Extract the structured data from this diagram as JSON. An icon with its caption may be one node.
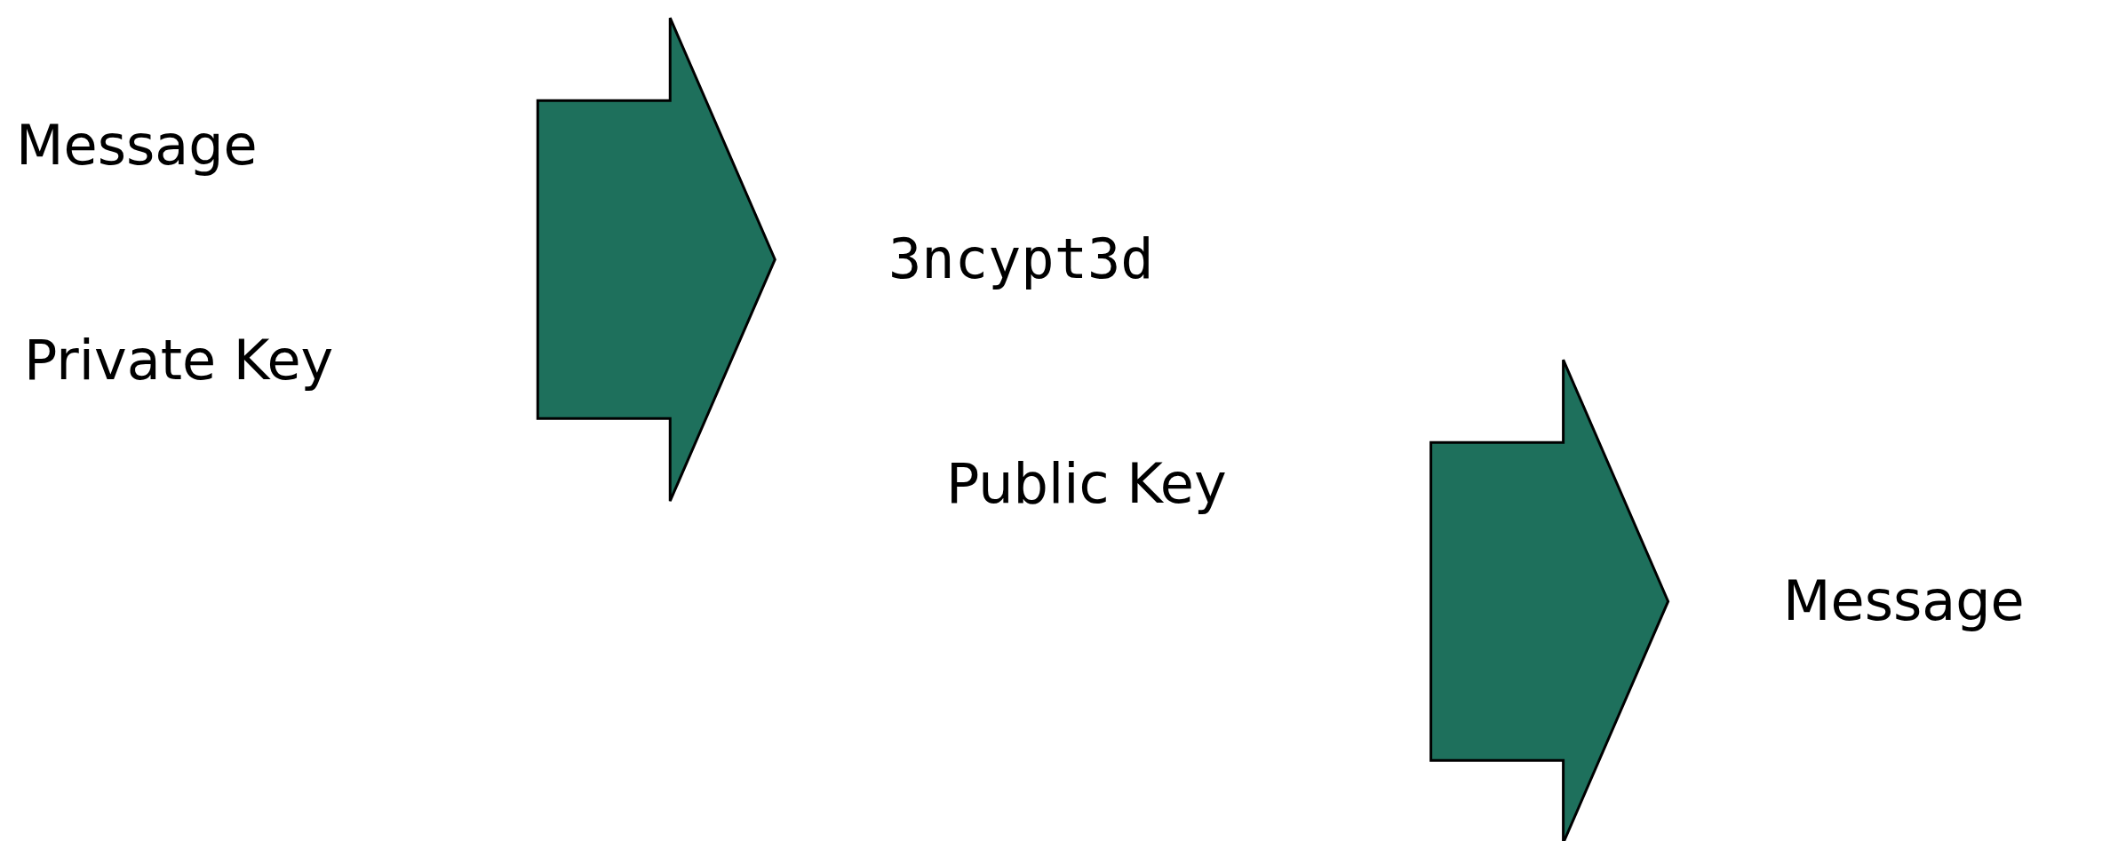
{
  "diagram": {
    "nodes": [
      {
        "text": [
          "Message"
        ]
      },
      {
        "text": [
          "Private Key"
        ]
      },
      {
        "text": [
          "3ncypt3d"
        ]
      },
      {
        "text": [
          "Public Key"
        ]
      },
      {
        "text": [
          "Message"
        ]
      }
    ],
    "edges": [
      {
        "from": 0,
        "to": 2,
        "arrow": "to",
        "style": "thick"
      },
      {
        "from": 1,
        "to": 2,
        "arrow": "to",
        "style": "thick"
      },
      {
        "from": 2,
        "to": 4,
        "arrow": "to",
        "style": "thick"
      },
      {
        "from": 3,
        "to": 4,
        "arrow": "to",
        "style": "thick"
      }
    ]
  }
}
